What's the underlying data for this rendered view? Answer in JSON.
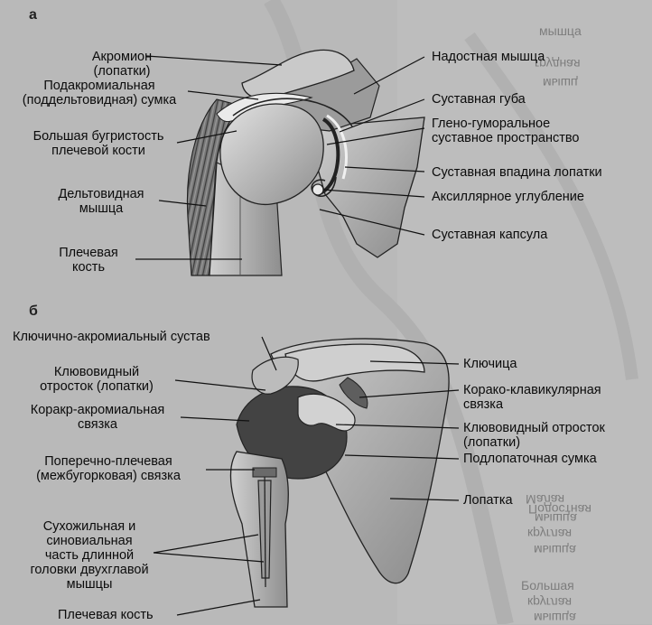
{
  "panels": {
    "a": "а",
    "b": "б"
  },
  "labels_a": {
    "acromion": "Акромион\n(лопатки)",
    "subacromial_bursa": "Подакромиальная\n(поддельтовидная) сумка",
    "greater_tubercle": "Большая бугристость\nплечевой кости",
    "deltoid": "Дельтовидная\nмышца",
    "humerus": "Плечевая\nкость",
    "supraspinatus": "Надостная мышца",
    "labrum": "Суставная губа",
    "glenohumeral_space": "Глено-гуморальное\nсуставное  пространство",
    "glenoid_fossa": "Суставная впадина лопатки",
    "axillary_recess": "Аксиллярное углубление",
    "joint_capsule": "Суставная капсула"
  },
  "labels_b": {
    "ac_joint": "Ключично-акромиальный сустав",
    "coracoid_process": "Клювовидный\nотросток (лопатки)",
    "coracoacromial_ligament": "Коракр-акромиальная\nсвязка",
    "transverse_humeral_ligament": "Поперечно-плечевая\n(межбугорковая) связка",
    "biceps_long_head": "Сухожильная и\nсиновиальная\nчасть длинной\nголовки двухглавой\nмышцы",
    "humerus": "Плечевая кость",
    "clavicle": "Ключица",
    "coracoclavicular_ligament": "Корако-клавикулярная\nсвязка",
    "coracoid_process_right": "Клювовидный отросток\n(лопатки)",
    "subscapular_bursa": "Подлопаточная сумка",
    "scapula": "Лопатка"
  },
  "background_text": {
    "t1": "мышца",
    "t2": "грудная",
    "t3": "мышц",
    "t4": "Подостная",
    "t5": "мышца",
    "t6": "Малая",
    "t7": "круглая",
    "t8": "мышца",
    "t9": "Большая",
    "t10": "круглая",
    "t11": "мышца"
  },
  "colors": {
    "background": "#b9b9b9",
    "bone_light": "#d9d9d9",
    "bone_mid": "#a9a9a9",
    "bone_dark": "#5e5e5e",
    "ligament_dark": "#3d3d3d",
    "line": "#111111"
  }
}
